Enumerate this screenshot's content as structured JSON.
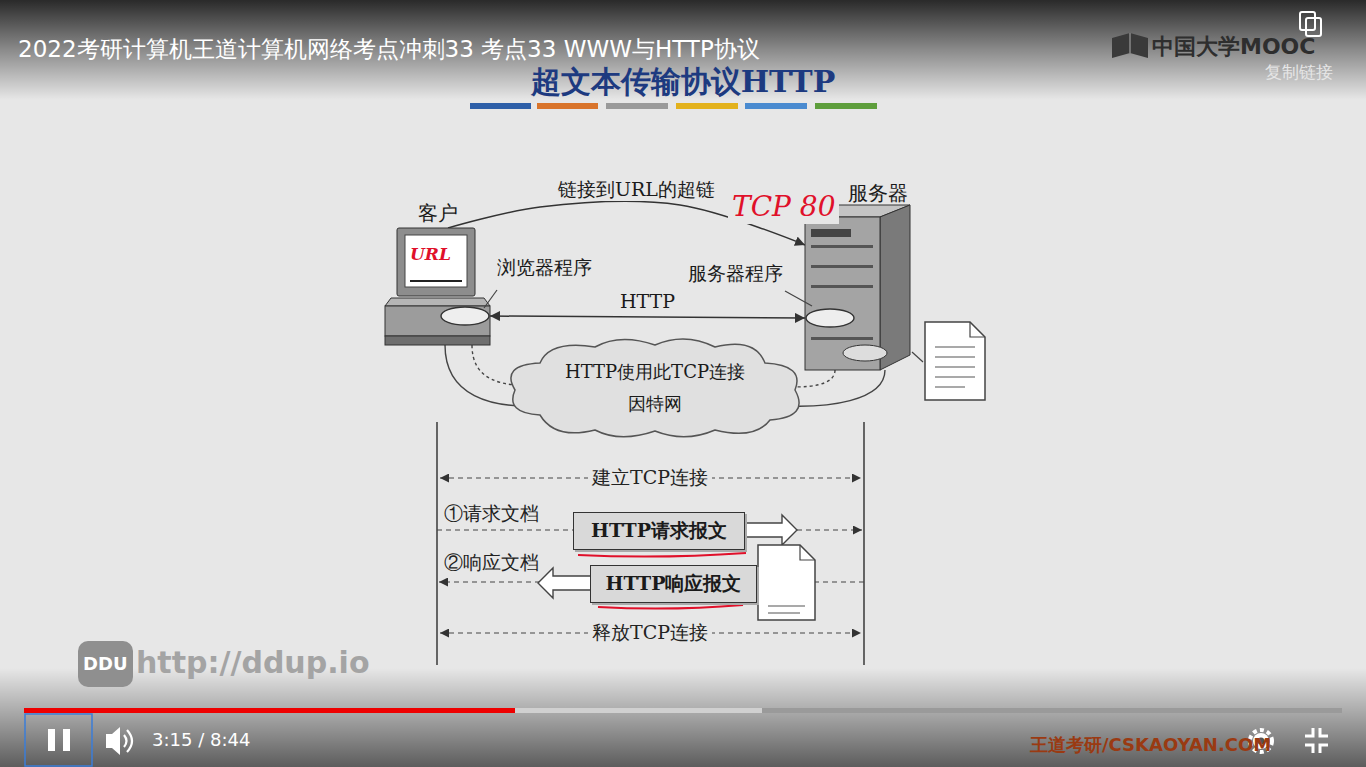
{
  "diagram": {
    "title": "超文本传输协议HTTP",
    "nodes": [
      {
        "text": [
          "客户"
        ]
      },
      {
        "text": [
          "服务器"
        ]
      },
      {
        "text": [
          "浏览器程序"
        ],
        "in": 0
      },
      {
        "text": [
          "服务器程序"
        ],
        "in": 1
      },
      {
        "text": [
          "HTTP使用此TCP连接",
          "因特网"
        ]
      },
      {
        "text": [
          "HTTP请求报文"
        ]
      },
      {
        "text": [
          "HTTP响应报文"
        ]
      }
    ],
    "edges": [
      {
        "from": 0,
        "to": 1,
        "arrow": "to",
        "label": "链接到URL的超链"
      },
      {
        "from": 2,
        "to": 3,
        "arrow": "both",
        "label": "HTTP"
      }
    ],
    "labels": [
      "2022考研计算机王道计算机网络考点冲刺33 考点33 WWW与HTTP协议",
      "中国大学MOOC",
      "复制链接",
      "TCP 80",
      "URL",
      "建立TCP连接",
      "①请求文档",
      "②响应文档",
      "释放TCP连接",
      "DDU",
      "http://ddup.io",
      "3:15 / 8:44",
      "王道考研/CSKAOYAN.COM"
    ]
  }
}
